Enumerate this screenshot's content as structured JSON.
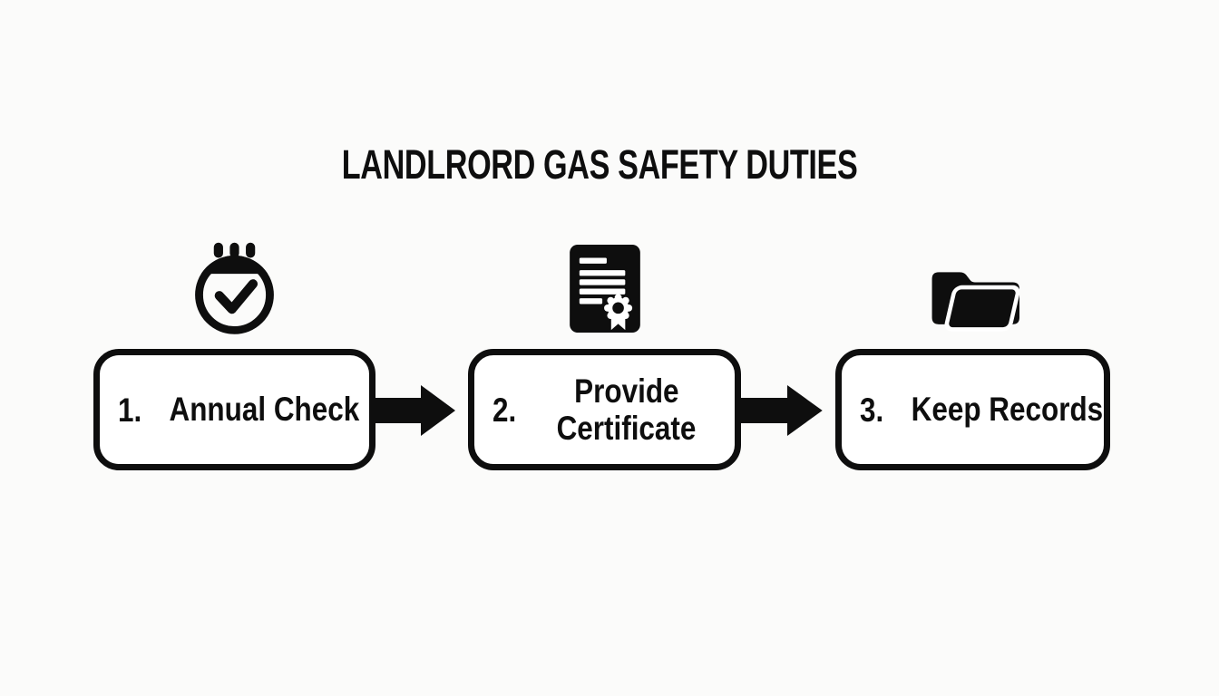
{
  "theme": {
    "ink": "#0e0e0e",
    "background": "#fbfbfa",
    "box_fill": "#ffffff"
  },
  "title": "LANDLRORD GAS SAFETY DUTIES",
  "steps": [
    {
      "number": "1.",
      "label_lines": [
        "Annual Check"
      ],
      "icon": "calendar-check-icon"
    },
    {
      "number": "2.",
      "label_lines": [
        "Provide",
        "Certificate"
      ],
      "icon": "certificate-icon"
    },
    {
      "number": "3.",
      "label_lines": [
        "Keep Records"
      ],
      "icon": "folder-open-icon"
    }
  ],
  "connectors": [
    {
      "shape": "arrow-right"
    },
    {
      "shape": "arrow-right"
    }
  ]
}
